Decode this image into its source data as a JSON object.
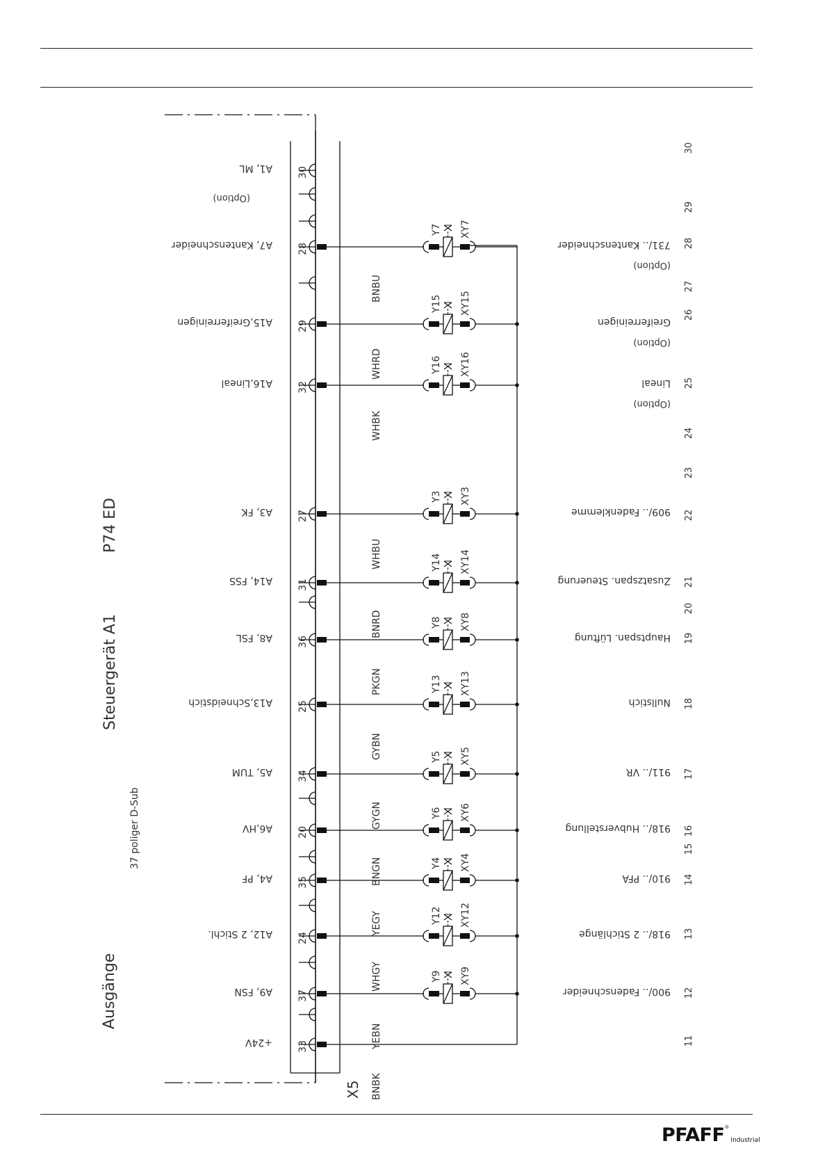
{
  "diagram": {
    "heading_group": "Ausgänge",
    "device_title": "Steuergerät A1",
    "device_model": "P74 ED",
    "connector_note": "37 poliger D-Sub",
    "connector_label": "X5",
    "controller_pins": [
      {
        "pin": "33",
        "signal": "+24V",
        "wire": "BNBK",
        "line": "11",
        "function": ""
      },
      {
        "pin": "37",
        "signal": "A9, FSN",
        "wire": "YEBN",
        "valve": "Y9",
        "plug": "XY9",
        "line": "12",
        "function": "900/.. Fadenschneider"
      },
      {
        "pin": "24",
        "signal": "A12, 2 Stichl.",
        "wire": "WHGY",
        "valve": "Y12",
        "plug": "XY12",
        "line": "13",
        "function": "918/.. 2 Stichlänge"
      },
      {
        "pin": "35",
        "signal": "A4, PF",
        "wire": "YEGY",
        "valve": "Y4",
        "plug": "XY4",
        "line": "14",
        "function": "910/.. PFA"
      },
      {
        "pin": "20",
        "signal": "A6,HV",
        "wire": "BNGN",
        "valve": "Y6",
        "plug": "XY6",
        "line": "16",
        "function": "918/.. Hubverstellung"
      },
      {
        "pin": "34",
        "signal": "A5, TUM",
        "wire": "GYGN",
        "valve": "Y5",
        "plug": "XY5",
        "line": "17",
        "function": "911/.. VR"
      },
      {
        "pin": "25",
        "signal": "A13,Schneidstich",
        "wire": "GYBN",
        "valve": "Y13",
        "plug": "XY13",
        "line": "18",
        "function": "Nullstich"
      },
      {
        "pin": "36",
        "signal": "A8, FSL",
        "wire": "PKGN",
        "valve": "Y8",
        "plug": "XY8",
        "line": "19",
        "function": "Hauptspan. Lüftung"
      },
      {
        "pin": "31",
        "signal": "A14, FSS",
        "wire": "BNRD",
        "valve": "Y14",
        "plug": "XY14",
        "line": "21",
        "function": "Zusatzspan. Steuerung"
      },
      {
        "pin": "27",
        "signal": "A3, FK",
        "wire": "WHBU",
        "valve": "Y3",
        "plug": "XY3",
        "line": "22",
        "function": "909/.. Fadenklemme"
      },
      {
        "pin": "32",
        "signal": "A16,Lineal",
        "wire": "WHBK",
        "valve": "Y16",
        "plug": "XY16",
        "line": "25",
        "function": "Lineal",
        "option": "(Option)"
      },
      {
        "pin": "29",
        "signal": "A15,Greiferreinigen",
        "wire": "WHRD",
        "valve": "Y15",
        "plug": "XY15",
        "line": "26",
        "function": "Greiferreinigen",
        "option": "(Option)"
      },
      {
        "pin": "28",
        "signal": "A7, Kantenschneider",
        "wire": "BNBU",
        "valve": "Y7",
        "plug": "XY7",
        "line": "28",
        "function": "731/.. Kantenschneider",
        "option": "(Option)"
      },
      {
        "pin": "30",
        "signal": "A1, ML",
        "line": "30",
        "function": "",
        "option": "(Option)"
      }
    ],
    "spare_line_numbers": [
      "15",
      "20",
      "23",
      "24",
      "27",
      "29"
    ]
  },
  "footer": {
    "brand": "PFAFF",
    "registered_mark": "®",
    "subbrand": "Industrial"
  }
}
